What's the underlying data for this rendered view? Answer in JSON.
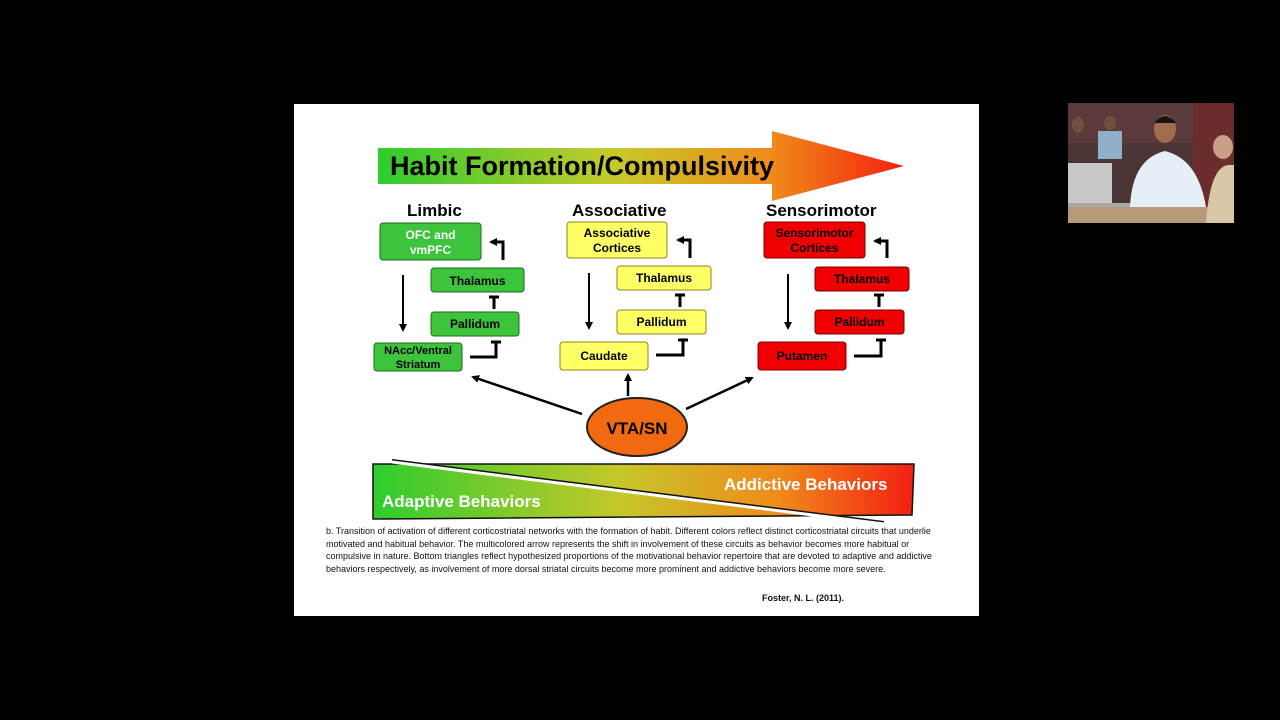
{
  "slide": {
    "title": "Habit Formation/Compulsivity",
    "columns": {
      "limbic": {
        "label": "Limbic",
        "cortex_line1": "OFC and",
        "cortex_line2": "vmPFC",
        "thalamus": "Thalamus",
        "pallidum": "Pallidum",
        "striatum_line1": "NAcc/Ventral",
        "striatum_line2": "Striatum",
        "color": "#3cc43c"
      },
      "associative": {
        "label": "Associative",
        "cortex_line1": "Associative",
        "cortex_line2": "Cortices",
        "thalamus": "Thalamus",
        "pallidum": "Pallidum",
        "striatum": "Caudate",
        "color": "#ffff66"
      },
      "sensorimotor": {
        "label": "Sensorimotor",
        "cortex_line1": "Sensorimotor",
        "cortex_line2": "Cortices",
        "thalamus": "Thalamus",
        "pallidum": "Pallidum",
        "striatum": "Putamen",
        "color": "#f00000"
      }
    },
    "source_node": "VTA/SN",
    "adaptive_label": "Adaptive Behaviors",
    "addictive_label": "Addictive Behaviors",
    "caption": "b. Transition of activation of different corticostriatal networks with the formation of habit. Different colors reflect distinct corticostriatal circuits that underlie motivated and habitual behavior. The multicolored arrow represents the shift in involvement of these circuits as behavior becomes more habitual or compulsive in nature. Bottom triangles reflect hypothesized proportions of the motivational behavior repertoire that are devoted to adaptive and addictive behaviors respectively, as involvement of more dorsal striatal circuits become more prominent and addictive behaviors become more severe.",
    "citation": "Foster, N. L. (2011)."
  }
}
